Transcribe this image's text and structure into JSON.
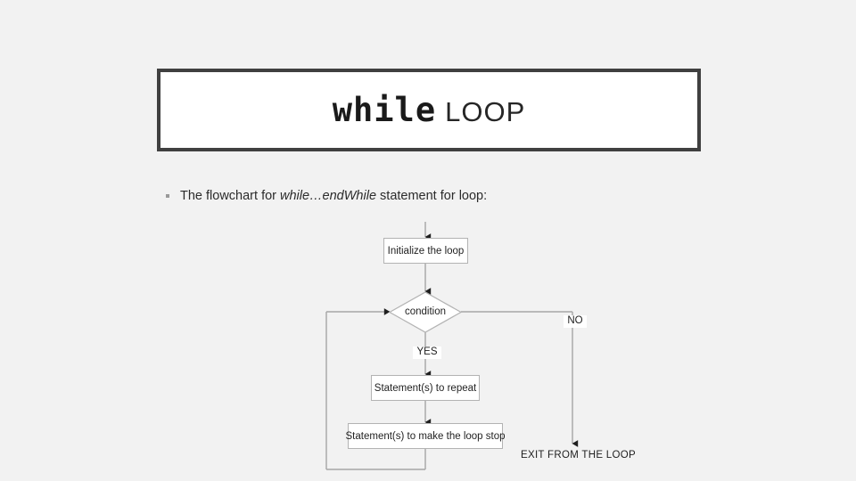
{
  "slide": {
    "background_color": "#f2f2f2",
    "title": {
      "keyword": "while",
      "rest": "LOOP",
      "border_color": "#404040",
      "fill_color": "#ffffff"
    },
    "bullet": {
      "marker": "square-bullet",
      "prefix": "The flowchart for ",
      "emphasis": "while…endWhile",
      "suffix": " statement for loop:"
    }
  },
  "flowchart": {
    "line_color": "#a6a6a6",
    "node_border_color": "#b3b3b3",
    "node_fill_color": "#ffffff",
    "nodes": {
      "initialize": "Initialize the loop",
      "condition": "condition",
      "repeat": "Statement(s) to repeat",
      "stop": "Statement(s) to make the loop stop"
    },
    "labels": {
      "yes": "YES",
      "no": "NO",
      "exit": "EXIT FROM THE LOOP"
    }
  }
}
